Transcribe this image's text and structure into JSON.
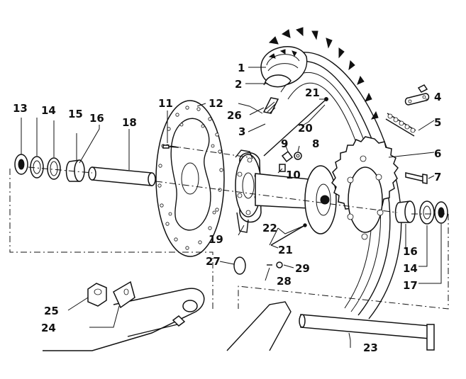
{
  "diagram": {
    "part_numbers": [
      "1",
      "2",
      "3",
      "4",
      "5",
      "6",
      "7",
      "8",
      "9",
      "10",
      "11",
      "12",
      "13",
      "14",
      "15",
      "16",
      "17",
      "18",
      "19",
      "20",
      "21",
      "22",
      "23",
      "24",
      "25",
      "26",
      "27",
      "28",
      "29"
    ],
    "callouts": {
      "c1": "1",
      "c2": "2",
      "c3": "3",
      "c4": "4",
      "c5": "5",
      "c6": "6",
      "c7": "7",
      "c8": "8",
      "c9": "9",
      "c10": "10",
      "c11": "11",
      "c12": "12",
      "c13": "13",
      "c14a": "14",
      "c14b": "14",
      "c15": "15",
      "c16a": "16",
      "c16b": "16",
      "c17": "17",
      "c18": "18",
      "c19": "19",
      "c20": "20",
      "c21a": "21",
      "c21b": "21",
      "c22": "22",
      "c23": "23",
      "c24": "24",
      "c25": "25",
      "c26": "26",
      "c27": "27",
      "c28": "28",
      "c29": "29"
    }
  }
}
